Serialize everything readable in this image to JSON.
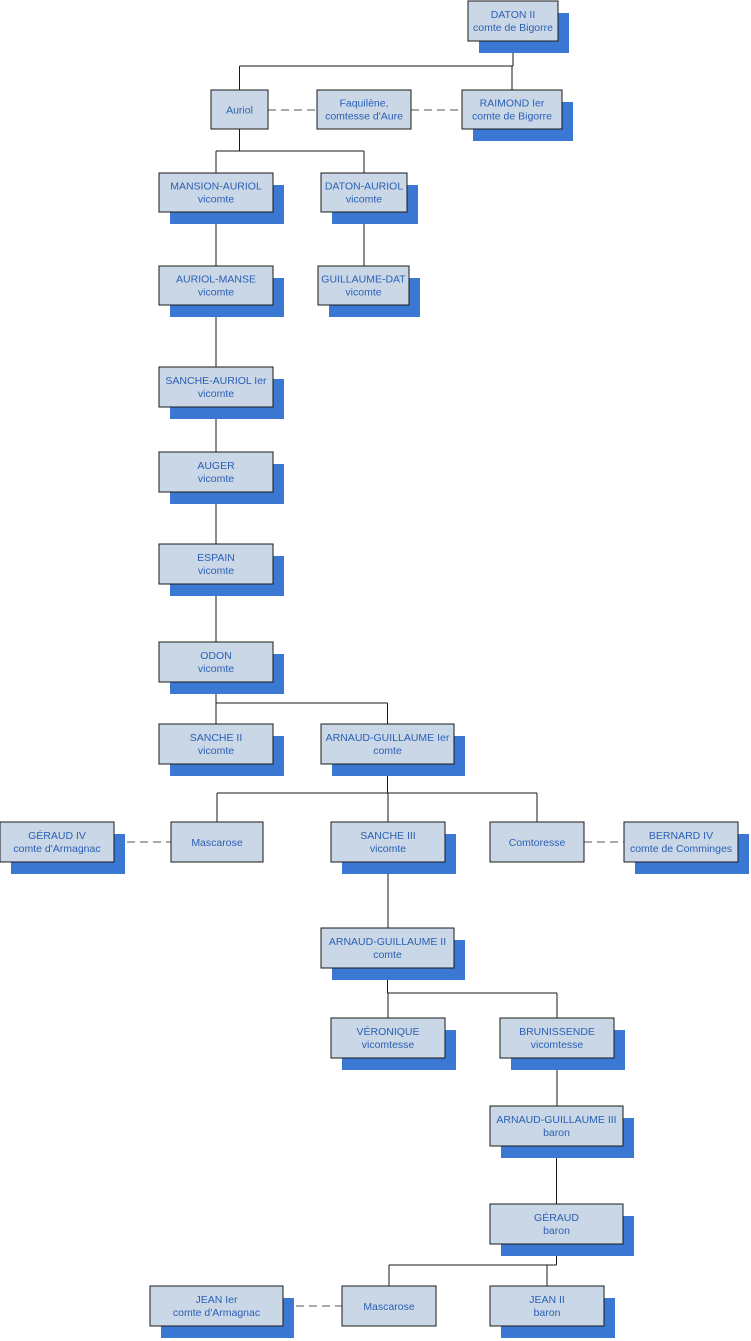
{
  "nodes": {
    "daton2": {
      "line1": "DATON II",
      "line2": "comte de Bigorre",
      "shadow": true
    },
    "auriol": {
      "line1": "Auriol",
      "line2": "",
      "shadow": false
    },
    "faquilene": {
      "line1": "Faquilène,",
      "line2": "comtesse d'Aure",
      "shadow": false
    },
    "raimond1": {
      "line1": "RAIMOND Ier",
      "line2": "comte de Bigorre",
      "shadow": true
    },
    "mansion_auriol": {
      "line1": "MANSION-AURIOL",
      "line2": "vicomte",
      "shadow": true
    },
    "daton_auriol": {
      "line1": "DATON-AURIOL",
      "line2": "vicomte",
      "shadow": true
    },
    "auriol_manse": {
      "line1": "AURIOL-MANSE",
      "line2": "vicomte",
      "shadow": true
    },
    "guillaume_dat": {
      "line1": "GUILLAUME-DAT",
      "line2": "vicomte",
      "shadow": true
    },
    "sanche_auriol1": {
      "line1": "SANCHE-AURIOL Ier",
      "line2": "vicomte",
      "shadow": true
    },
    "auger": {
      "line1": "AUGER",
      "line2": "vicomte",
      "shadow": true
    },
    "espain": {
      "line1": "ESPAIN",
      "line2": "vicomte",
      "shadow": true
    },
    "odon": {
      "line1": "ODON",
      "line2": "vicomte",
      "shadow": true
    },
    "sanche2": {
      "line1": "SANCHE II",
      "line2": "vicomte",
      "shadow": true
    },
    "arnaud_guillaume1": {
      "line1": "ARNAUD-GUILLAUME Ier",
      "line2": "comte",
      "shadow": true
    },
    "geraud4": {
      "line1": "GÉRAUD IV",
      "line2": "comte d'Armagnac",
      "shadow": true
    },
    "mascarose1": {
      "line1": "Mascarose",
      "line2": "",
      "shadow": false
    },
    "sanche3": {
      "line1": "SANCHE III",
      "line2": "vicomte",
      "shadow": true
    },
    "comtoresse": {
      "line1": "Comtoresse",
      "line2": "",
      "shadow": false
    },
    "bernard4": {
      "line1": "BERNARD IV",
      "line2": "comte de Comminges",
      "shadow": true
    },
    "arnaud_guillaume2": {
      "line1": "ARNAUD-GUILLAUME II",
      "line2": "comte",
      "shadow": true
    },
    "veronique": {
      "line1": "VÉRONIQUE",
      "line2": "vicomtesse",
      "shadow": true
    },
    "brunissende": {
      "line1": "BRUNISSENDE",
      "line2": "vicomtesse",
      "shadow": true
    },
    "arnaud_guillaume3": {
      "line1": "ARNAUD-GUILLAUME III",
      "line2": "baron",
      "shadow": true
    },
    "geraud": {
      "line1": "GÉRAUD",
      "line2": "baron",
      "shadow": true
    },
    "jean1": {
      "line1": "JEAN Ier",
      "line2": "comte d'Armagnac",
      "shadow": true
    },
    "mascarose2": {
      "line1": "Mascarose",
      "line2": "",
      "shadow": false
    },
    "jean2": {
      "line1": "JEAN II",
      "line2": "baron",
      "shadow": true
    }
  },
  "edges": [
    {
      "type": "parent",
      "from": "daton2",
      "to": [
        "auriol",
        "raimond1"
      ]
    },
    {
      "type": "marriage",
      "a": "auriol",
      "b": "raimond1"
    },
    {
      "type": "parent",
      "from": "auriol",
      "to": [
        "mansion_auriol",
        "daton_auriol"
      ]
    },
    {
      "type": "parent",
      "from": "mansion_auriol",
      "to": [
        "auriol_manse"
      ]
    },
    {
      "type": "parent",
      "from": "daton_auriol",
      "to": [
        "guillaume_dat"
      ]
    },
    {
      "type": "parent",
      "from": "auriol_manse",
      "to": [
        "sanche_auriol1"
      ]
    },
    {
      "type": "parent",
      "from": "sanche_auriol1",
      "to": [
        "auger"
      ]
    },
    {
      "type": "parent",
      "from": "auger",
      "to": [
        "espain"
      ]
    },
    {
      "type": "parent",
      "from": "espain",
      "to": [
        "odon"
      ]
    },
    {
      "type": "parent",
      "from": "odon",
      "to": [
        "sanche2",
        "arnaud_guillaume1"
      ]
    },
    {
      "type": "parent",
      "from": "arnaud_guillaume1",
      "to": [
        "mascarose1",
        "sanche3",
        "comtoresse"
      ]
    },
    {
      "type": "marriage",
      "a": "geraud4",
      "b": "mascarose1"
    },
    {
      "type": "marriage",
      "a": "comtoresse",
      "b": "bernard4"
    },
    {
      "type": "parent",
      "from": "sanche3",
      "to": [
        "arnaud_guillaume2"
      ]
    },
    {
      "type": "parent",
      "from": "arnaud_guillaume2",
      "to": [
        "veronique",
        "brunissende"
      ]
    },
    {
      "type": "parent",
      "from": "brunissende",
      "to": [
        "arnaud_guillaume3"
      ]
    },
    {
      "type": "parent",
      "from": "arnaud_guillaume3",
      "to": [
        "geraud"
      ]
    },
    {
      "type": "parent",
      "from": "geraud",
      "to": [
        "mascarose2",
        "jean2"
      ]
    },
    {
      "type": "marriage",
      "a": "jean1",
      "b": "mascarose2"
    }
  ]
}
